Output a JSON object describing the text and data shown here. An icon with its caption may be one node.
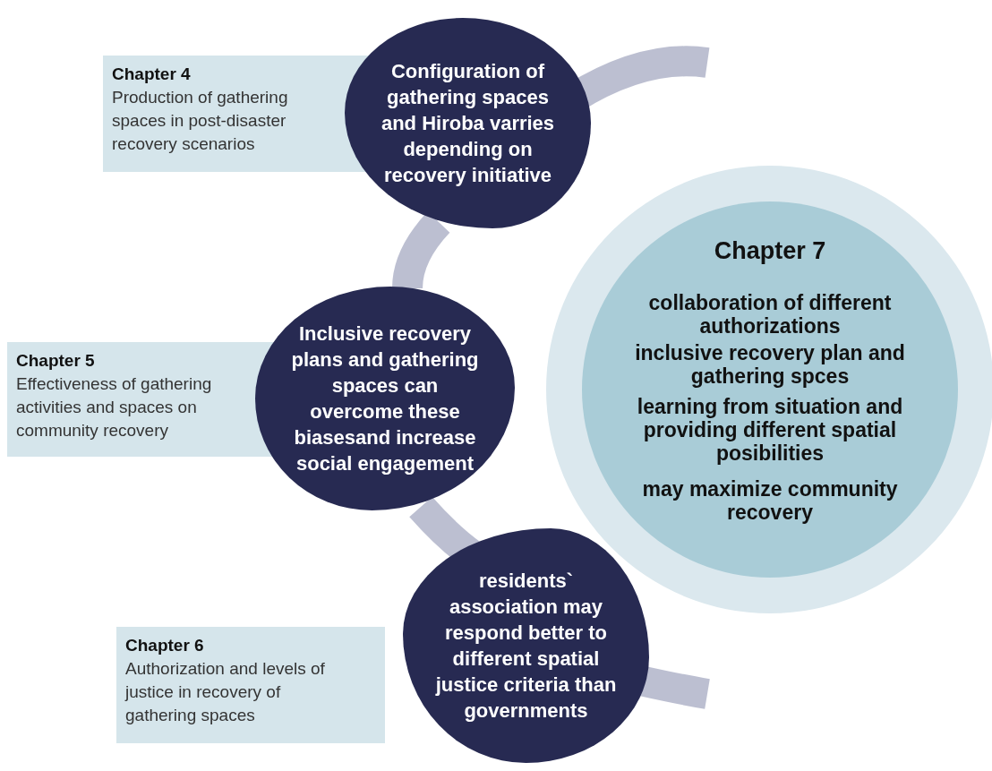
{
  "diagram": {
    "nodes": [
      {
        "text": [
          "Chapter 4",
          "Production of gathering spaces in post-disaster recovery scenarios"
        ]
      },
      {
        "text": [
          "Configuration of gathering spaces and Hiroba varries depending on recovery initiative"
        ]
      },
      {
        "text": [
          "Chapter 5",
          "Effectiveness of gathering activities and spaces on community recovery"
        ]
      },
      {
        "text": [
          "Inclusive recovery plans and gathering spaces can overcome these biasesand increase social engagement"
        ]
      },
      {
        "text": [
          "Chapter 6",
          "Authorization and levels of justice in recovery of gathering spaces"
        ]
      },
      {
        "text": [
          "residents` association may respond better to different spatial justice criteria than governments"
        ]
      },
      {
        "text": [
          "Chapter 7",
          "collaboration of different authorizations",
          "inclusive recovery plan and gathering spces",
          "learning from situation and providing different spatial posibilities",
          "may maximize community recovery"
        ]
      }
    ],
    "edges": [
      {
        "from": 1,
        "to": 3,
        "arrow": "none"
      },
      {
        "from": 3,
        "to": 5,
        "arrow": "none"
      }
    ]
  }
}
